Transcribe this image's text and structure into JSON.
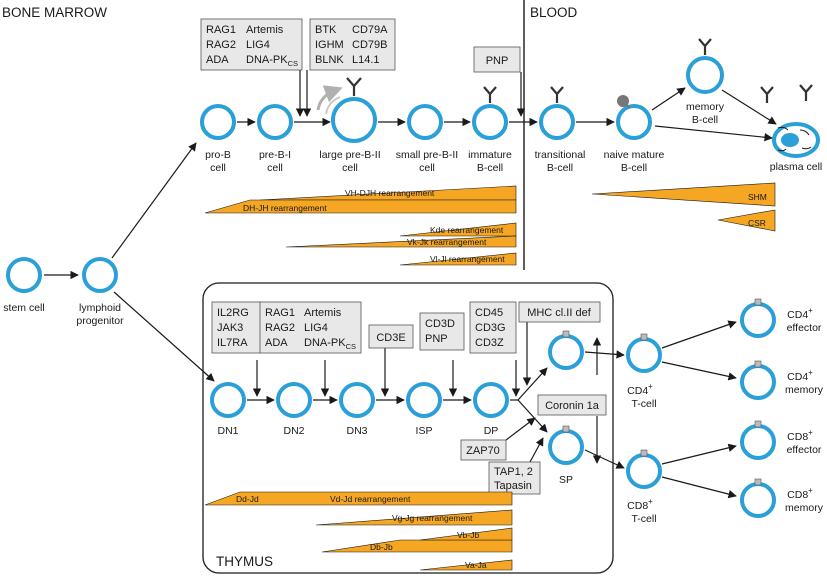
{
  "regions": {
    "bone_marrow": "BONE MARROW",
    "blood": "BLOOD",
    "thymus": "THYMUS"
  },
  "colors": {
    "cell_ring": "#2b9fd8",
    "ramp_fill": "#f5a623",
    "gene_box": "#e8e8e8"
  },
  "cells": {
    "stem": "stem cell",
    "lymphoid_1": "lymphoid",
    "lymphoid_2": "progenitor",
    "prob_1": "pro-B",
    "prob_2": "cell",
    "prebi_1": "pre-B-I",
    "prebi_2": "cell",
    "large_1": "large pre-B-II",
    "large_2": "cell",
    "small_1": "small pre-B-II",
    "small_2": "cell",
    "immature_1": "immature",
    "immature_2": "B-cell",
    "transitional_1": "transitional",
    "transitional_2": "B-cell",
    "naive_1": "naive mature",
    "naive_2": "B-cell",
    "memory_1": "memory",
    "memory_2": "B-cell",
    "plasma": "plasma cell",
    "dn1": "DN1",
    "dn2": "DN2",
    "dn3": "DN3",
    "isp": "ISP",
    "dp": "DP",
    "sp": "SP",
    "cd4t_1": "CD4",
    "cd4t_2": "T-cell",
    "cd8t_1": "CD8",
    "cd8t_2": "T-cell",
    "cd4eff_1": "CD4",
    "cd4eff_2": "effector",
    "cd4mem_1": "CD4",
    "cd4mem_2": "memory",
    "cd8eff_1": "CD8",
    "cd8eff_2": "effector",
    "cd8mem_1": "CD8",
    "cd8mem_2": "memory",
    "plus": "+"
  },
  "genes": {
    "b1": {
      "rag1": "RAG1",
      "rag2": "RAG2",
      "ada": "ADA",
      "artemis": "Artemis",
      "lig4": "LIG4",
      "dnapk": "DNA-PK",
      "dnapk_sub": "CS"
    },
    "b2": {
      "btk": "BTK",
      "ighm": "IGHM",
      "blnk": "BLNK",
      "cd79a": "CD79A",
      "cd79b": "CD79B",
      "l141": "L14.1"
    },
    "pnp_b": "PNP",
    "t1": {
      "il2rg": "IL2RG",
      "jak3": "JAK3",
      "il7ra": "IL7RA"
    },
    "t2": {
      "rag1": "RAG1",
      "rag2": "RAG2",
      "ada": "ADA",
      "artemis": "Artemis",
      "lig4": "LIG4",
      "dnapk": "DNA-PK",
      "dnapk_sub": "CS"
    },
    "cd3e": "CD3E",
    "t4": {
      "cd3d": "CD3D",
      "pnp": "PNP"
    },
    "t5": {
      "cd45": "CD45",
      "cd3g": "CD3G",
      "cd3z": "CD3Z"
    },
    "mhc2": "MHC cl.II def",
    "coronin": "Coronin 1a",
    "zap70": "ZAP70",
    "tap_1": "TAP1, 2",
    "tap_2": "Tapasin"
  },
  "ramps": {
    "vh_djh": "VH-DJH rearrangement",
    "dh_jh": "DH-JH rearrangement",
    "kde": "Kde rearrangement",
    "vk_jk": "Vk-Jk rearrangement",
    "vl_jl": "Vl-Jl rearrangement",
    "shm": "SHM",
    "csr": "CSR",
    "dd_jd": "Dd-Jd",
    "vd_jd": "Vd-Jd rearrangement",
    "vg_jg": "Vg-Jg rearrangement",
    "db_jb": "Db-Jb",
    "vb_jb": "Vb-Jb",
    "va_ja": "Va-Ja"
  }
}
